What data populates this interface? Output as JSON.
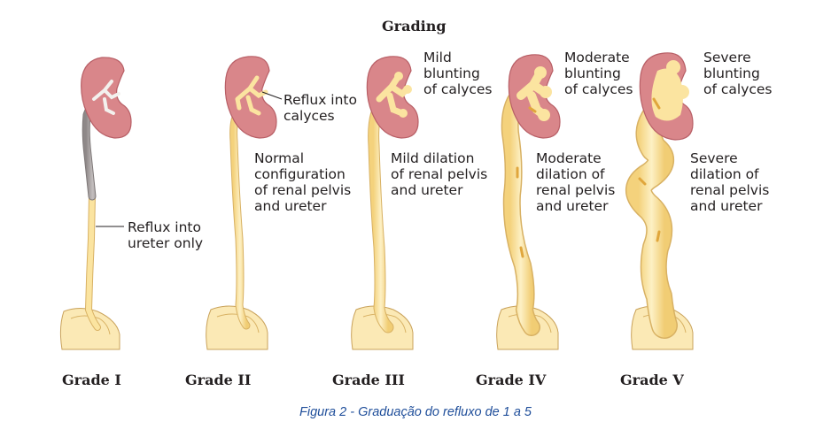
{
  "figure": {
    "title": "Grading",
    "caption": "Figura 2 - Graduação do refluxo de 1 a 5"
  },
  "grades": [
    {
      "name": "Grade I",
      "labels": [
        [
          "Reflux into",
          "ureter only"
        ]
      ]
    },
    {
      "name": "Grade II",
      "labels": [
        [
          "Reflux into",
          "calyces"
        ],
        [
          "Normal",
          "configuration",
          "of renal pelvis",
          "and ureter"
        ]
      ]
    },
    {
      "name": "Grade III",
      "labels": [
        [
          "Mild",
          "blunting",
          "of calyces"
        ],
        [
          "Mild dilation",
          "of renal pelvis",
          "and ureter"
        ]
      ]
    },
    {
      "name": "Grade IV",
      "labels": [
        [
          "Moderate",
          "blunting",
          "of calyces"
        ],
        [
          "Moderate",
          "dilation of",
          "renal pelvis",
          "and ureter"
        ]
      ]
    },
    {
      "name": "Grade V",
      "labels": [
        [
          "Severe",
          "blunting",
          "of calyces"
        ],
        [
          "Severe",
          "dilation of",
          "renal pelvis",
          "and ureter"
        ]
      ]
    }
  ],
  "colors": {
    "kidney": "#d9868a",
    "kidney_outline": "#b85f66",
    "urine": "#fbe4a0",
    "urine_outline": "#d8b163",
    "urine_dark": "#e0a63c",
    "normal_ureter": "#a9a4a4",
    "bladder": "#fbe9b5",
    "caption": "#1f4e9a"
  }
}
